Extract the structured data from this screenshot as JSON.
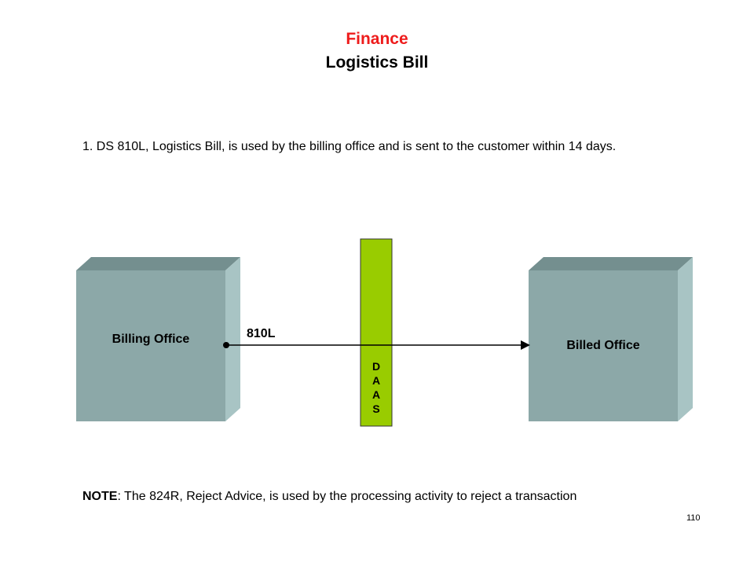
{
  "header": {
    "title": "Finance",
    "subtitle": "Logistics Bill"
  },
  "body_text": "1. DS 810L, Logistics Bill, is used by the billing office and is sent to the customer within 14 days.",
  "diagram": {
    "source": {
      "label": "Billing Office"
    },
    "target": {
      "label": "Billed Office"
    },
    "transaction_label": "810L",
    "hub_letters": [
      "D",
      "A",
      "A",
      "S"
    ]
  },
  "note": {
    "prefix": "NOTE",
    "text": ": The 824R, Reject Advice, is used by the processing activity to reject a transaction"
  },
  "page_number": "110",
  "colors": {
    "box_face": "#8ca8a8",
    "box_top": "#748f8f",
    "box_side": "#a8c4c4",
    "hub": "#99cc00",
    "title_red": "#ee1c1c"
  }
}
